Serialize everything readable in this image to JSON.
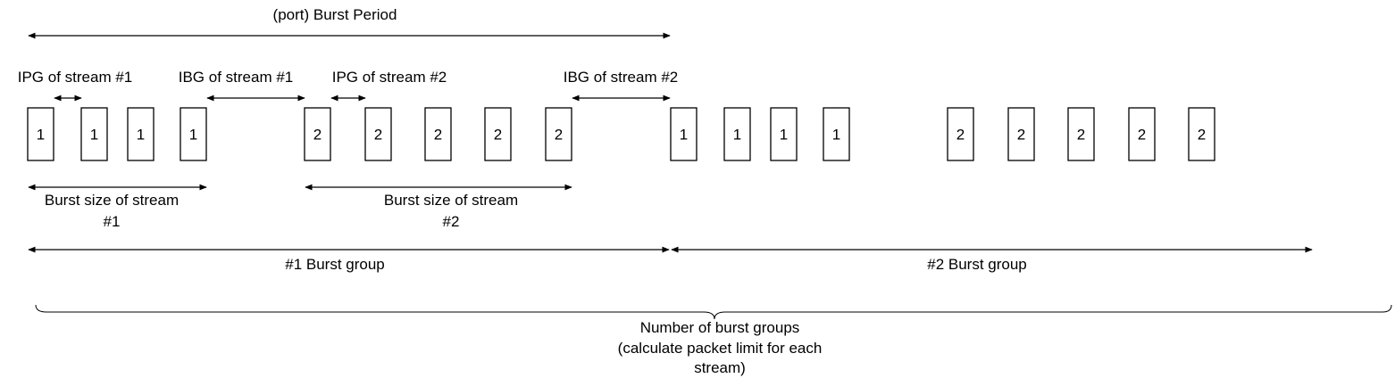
{
  "labels": {
    "burst_period": "(port) Burst Period",
    "ipg_stream1": "IPG of stream #1",
    "ibg_stream1": "IBG of stream #1",
    "ipg_stream2": "IPG of stream #2",
    "ibg_stream2": "IBG of stream #2",
    "burst_size_stream1_line1": "Burst size of stream",
    "burst_size_stream1_line2": "#1",
    "burst_size_stream2_line1": "Burst size of stream",
    "burst_size_stream2_line2": "#2",
    "burst_group1": "#1 Burst group",
    "burst_group2": "#2 Burst group",
    "num_groups_line1": "Number of burst groups",
    "num_groups_line2": "(calculate packet limit for each",
    "num_groups_line3": "stream)"
  },
  "packets": {
    "group1_stream1": [
      "1",
      "1",
      "1",
      "1"
    ],
    "group1_stream2": [
      "2",
      "2",
      "2",
      "2",
      "2"
    ],
    "group2_stream1": [
      "1",
      "1",
      "1",
      "1"
    ],
    "group2_stream2": [
      "2",
      "2",
      "2",
      "2",
      "2"
    ]
  }
}
